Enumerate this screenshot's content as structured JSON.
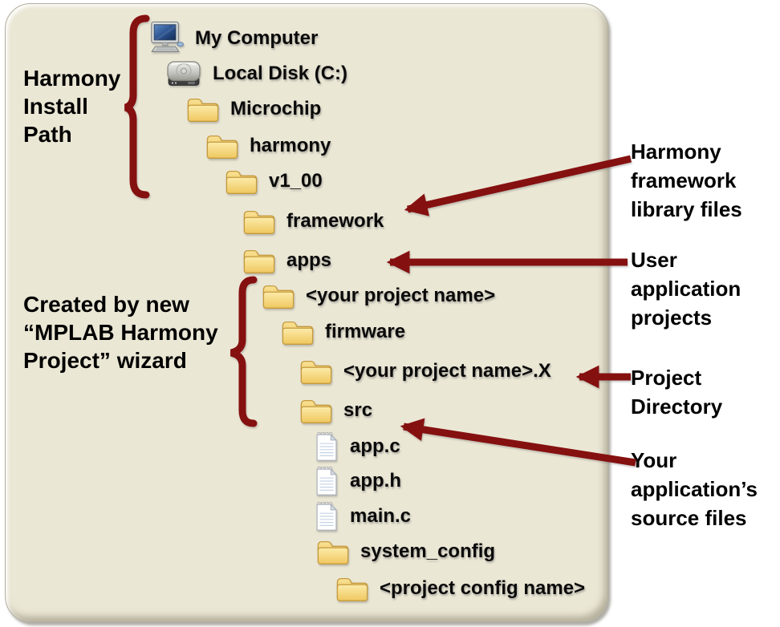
{
  "colors": {
    "accent_red": "#851010",
    "panel_background": "#ebe7d5",
    "page_background": "#ffffff",
    "folder_yellow": "#f3cf6d",
    "text_black": "#0a0a0a"
  },
  "icons": {
    "computer": "computer-icon",
    "hard_disk": "hard-disk-icon",
    "folder": "folder-icon",
    "document": "document-icon",
    "arrow": "arrow-left-icon",
    "brace": "curly-brace-icon"
  },
  "left_annotations": [
    {
      "text": "Harmony\nInstall\nPath"
    },
    {
      "text": "Created by new\n“MPLAB Harmony\nProject” wizard"
    }
  ],
  "right_annotations": [
    {
      "text": "Harmony\nframework\nlibrary files"
    },
    {
      "text": "User\napplication\nprojects"
    },
    {
      "text": "Project\nDirectory"
    },
    {
      "text": "Your\napplication’s\nsource files"
    }
  ],
  "tree": {
    "items": [
      {
        "label": "My Computer",
        "icon": "computer"
      },
      {
        "label": "Local Disk (C:)",
        "icon": "hard_disk"
      },
      {
        "label": "Microchip",
        "icon": "folder"
      },
      {
        "label": "harmony",
        "icon": "folder"
      },
      {
        "label": "v1_00",
        "icon": "folder"
      },
      {
        "label": "framework",
        "icon": "folder"
      },
      {
        "label": "apps",
        "icon": "folder"
      },
      {
        "label": "<your project name>",
        "icon": "folder"
      },
      {
        "label": "firmware",
        "icon": "folder"
      },
      {
        "label": "<your project name>.X",
        "icon": "folder"
      },
      {
        "label": "src",
        "icon": "folder"
      },
      {
        "label": "app.c",
        "icon": "document"
      },
      {
        "label": "app.h",
        "icon": "document"
      },
      {
        "label": "main.c",
        "icon": "document"
      },
      {
        "label": "system_config",
        "icon": "folder"
      },
      {
        "label": "<project config name>",
        "icon": "folder"
      }
    ]
  }
}
